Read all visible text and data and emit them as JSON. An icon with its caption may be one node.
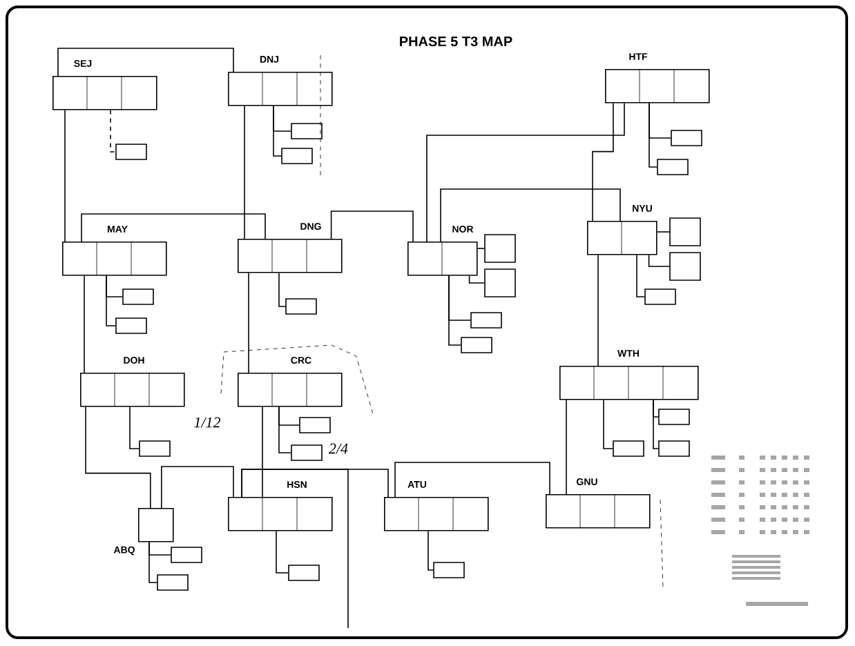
{
  "diagram": {
    "title": "PHASE 5 T3 MAP",
    "nodes": [
      {
        "text": [
          "SEJ"
        ]
      },
      {
        "text": [
          "DNJ"
        ]
      },
      {
        "text": [
          "HTF"
        ]
      },
      {
        "text": [
          "MAY"
        ]
      },
      {
        "text": [
          "DNG"
        ]
      },
      {
        "text": [
          "NOR"
        ]
      },
      {
        "text": [
          "NYU"
        ]
      },
      {
        "text": [
          "DOH"
        ]
      },
      {
        "text": [
          "CRC"
        ]
      },
      {
        "text": [
          "WTH"
        ]
      },
      {
        "text": [
          "ABQ"
        ]
      },
      {
        "text": [
          "HSN"
        ]
      },
      {
        "text": [
          "ATU"
        ]
      },
      {
        "text": [
          "GNU"
        ]
      },
      {
        "text": [],
        "shape": "box"
      },
      {
        "text": [],
        "shape": "box"
      },
      {
        "text": [],
        "shape": "box"
      },
      {
        "text": [],
        "shape": "box"
      },
      {
        "text": [],
        "shape": "box"
      },
      {
        "text": [],
        "shape": "box"
      },
      {
        "text": [],
        "shape": "box"
      },
      {
        "text": [],
        "shape": "box"
      },
      {
        "text": [],
        "shape": "box"
      },
      {
        "text": [],
        "shape": "box"
      },
      {
        "text": [],
        "shape": "box"
      },
      {
        "text": [],
        "shape": "box"
      },
      {
        "text": [],
        "shape": "box"
      },
      {
        "text": [],
        "shape": "box"
      },
      {
        "text": [],
        "shape": "box"
      },
      {
        "text": [],
        "shape": "box"
      },
      {
        "text": [],
        "shape": "box"
      },
      {
        "text": [],
        "shape": "box"
      },
      {
        "text": [],
        "shape": "box"
      },
      {
        "text": [],
        "shape": "box"
      },
      {
        "text": [],
        "shape": "box"
      },
      {
        "text": [],
        "shape": "box"
      },
      {
        "text": [],
        "shape": "box"
      },
      {
        "text": [],
        "shape": "box"
      },
      {
        "text": [],
        "shape": "box"
      }
    ],
    "edges": [
      {
        "from": 0,
        "to": 1,
        "arrow": "none"
      },
      {
        "from": 0,
        "to": 3,
        "arrow": "none"
      },
      {
        "from": 3,
        "to": 4,
        "arrow": "none"
      },
      {
        "from": 1,
        "to": 4,
        "arrow": "none"
      },
      {
        "from": 4,
        "to": 8,
        "arrow": "none"
      },
      {
        "from": 8,
        "to": 11,
        "arrow": "none"
      },
      {
        "from": 4,
        "to": 5,
        "arrow": "none"
      },
      {
        "from": 5,
        "to": 6,
        "arrow": "none"
      },
      {
        "from": 5,
        "to": 2,
        "arrow": "none"
      },
      {
        "from": 2,
        "to": 6,
        "arrow": "none"
      },
      {
        "from": 6,
        "to": 9,
        "arrow": "none"
      },
      {
        "from": 9,
        "to": 13,
        "arrow": "none"
      },
      {
        "from": 12,
        "to": 13,
        "arrow": "none"
      },
      {
        "from": 11,
        "to": 12,
        "arrow": "none"
      },
      {
        "from": 11,
        "to": null,
        "arrow": "none"
      },
      {
        "from": 10,
        "to": 11,
        "arrow": "none"
      },
      {
        "from": 7,
        "to": 10,
        "arrow": "none"
      },
      {
        "from": 3,
        "to": 7,
        "arrow": "none"
      },
      {
        "from": 0,
        "to": 14,
        "arrow": "none",
        "style": "dashed"
      },
      {
        "from": 1,
        "to": 15,
        "arrow": "none"
      },
      {
        "from": 1,
        "to": 16,
        "arrow": "none"
      },
      {
        "from": 2,
        "to": 17,
        "arrow": "none"
      },
      {
        "from": 2,
        "to": 18,
        "arrow": "none"
      },
      {
        "from": 3,
        "to": 19,
        "arrow": "none"
      },
      {
        "from": 3,
        "to": 20,
        "arrow": "none"
      },
      {
        "from": 4,
        "to": 21,
        "arrow": "none"
      },
      {
        "from": 5,
        "to": 22,
        "arrow": "none"
      },
      {
        "from": 5,
        "to": 23,
        "arrow": "none"
      },
      {
        "from": 5,
        "to": 24,
        "arrow": "none"
      },
      {
        "from": 5,
        "to": 25,
        "arrow": "none"
      },
      {
        "from": 6,
        "to": 26,
        "arrow": "none"
      },
      {
        "from": 6,
        "to": 27,
        "arrow": "none"
      },
      {
        "from": 6,
        "to": 28,
        "arrow": "none"
      },
      {
        "from": 7,
        "to": 29,
        "arrow": "none"
      },
      {
        "from": 8,
        "to": 30,
        "arrow": "none"
      },
      {
        "from": 8,
        "to": 31,
        "arrow": "none"
      },
      {
        "from": 9,
        "to": 32,
        "arrow": "none"
      },
      {
        "from": 9,
        "to": 33,
        "arrow": "none"
      },
      {
        "from": 9,
        "to": 34,
        "arrow": "none"
      },
      {
        "from": 10,
        "to": 35,
        "arrow": "none"
      },
      {
        "from": 10,
        "to": 36,
        "arrow": "none"
      },
      {
        "from": 11,
        "to": 37,
        "arrow": "none"
      },
      {
        "from": 12,
        "to": 38,
        "arrow": "none"
      }
    ],
    "labels": [
      "1/12",
      "2/4"
    ]
  }
}
